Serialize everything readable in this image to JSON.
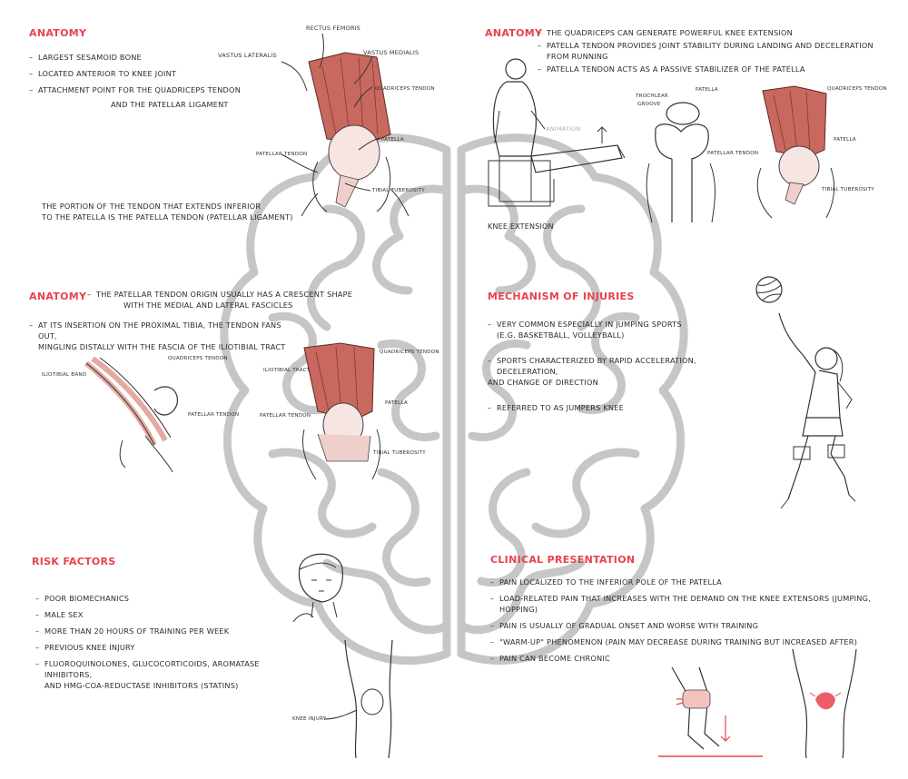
{
  "s1": {
    "title": "Anatomy",
    "items": [
      "Largest sesamoid bone",
      "Located anterior to knee joint",
      "Attachment point for the quadriceps tendon"
    ],
    "item_cont": "and the patellar ligament",
    "note_lines": [
      "The portion of the tendon that extends inferior",
      "to the patella is the patella tendon (patellar ligament)"
    ],
    "labels": {
      "rectus": "Rectus femoris",
      "lateralis": "Vastus lateralis",
      "medialis": "Vastus medialis",
      "quad": "Quadriceps tendon",
      "patella": "Patella",
      "ptendon": "Patellar tendon",
      "tibial": "Tibial tuberosity"
    }
  },
  "s2": {
    "title": "Anatomy",
    "items": [
      "The quadriceps can generate powerful knee extension",
      "Patella tendon provides joint stability during landing and deceleration from running",
      "Patella tendon acts as a passive stabilizer of the patella"
    ],
    "animation": "Animation",
    "caption": "Knee extension",
    "labels": {
      "trochlear1": "Trochlear",
      "trochlear2": "groove",
      "patella": "Patella",
      "quad": "Quadriceps tendon",
      "patella2": "Patella",
      "ptendon": "Patellar tendon",
      "tibial": "Tibial tuberosity"
    }
  },
  "s3": {
    "title": "Anatomy",
    "item1": "The patellar tendon origin usually has a crescent shape",
    "item1_cont": "with the medial and lateral fascicles",
    "item2": "At its insertion on the proximal tibia, the tendon fans out,",
    "item2_cont": "mingling distally with the fascia of the iliotibial tract",
    "labels": {
      "itband": "Iliotibial band",
      "quad": "Quadriceps tendon",
      "ptendon": "Patellar tendon",
      "ittract": "Iliotibial tract",
      "quad2": "Quadriceps tendon",
      "patella": "Patella",
      "ptendon2": "Patellar tendon",
      "tibial": "Tibial tuberosity"
    }
  },
  "s4": {
    "title": "Mechanism of injuries",
    "item1": "Very common especially in jumping sports",
    "item1_cont": "(e.g. basketball, volleyball)",
    "item2": "Sports characterized by rapid acceleration, deceleration,",
    "item2_cont": "and change of direction",
    "item3": "Referred to as jumpers knee"
  },
  "s5": {
    "title": "Risk factors",
    "items": [
      "Poor biomechanics",
      "Male sex",
      "More than 20 hours of training per week",
      "Previous knee injury"
    ],
    "item5": "Fluoroquinolones, glucocorticoids, aromatase inhibitors,",
    "item5_cont": "and HMG-CoA-reductase inhibitors (statins)",
    "label_injury": "Knee injury"
  },
  "s6": {
    "title": "Clinical presentation",
    "items": [
      "Pain localized to the inferior pole of the patella",
      "Load-related pain that increases with the demand on the knee extensors (jumping, hopping)",
      "Pain is usually of gradual onset and worse with training",
      "\"Warm-up\" phenomenon (pain may decrease during training but increased after)",
      "Pain can become chronic"
    ]
  },
  "colors": {
    "accent": "#e8424d",
    "muscle": "#c9685f",
    "animation": "#9ab6cc",
    "watermark": "#bdbdbd"
  },
  "icons": [
    "brain-watermark-icon",
    "volleyball-icon",
    "arrow-up-icon",
    "arrow-down-icon"
  ]
}
